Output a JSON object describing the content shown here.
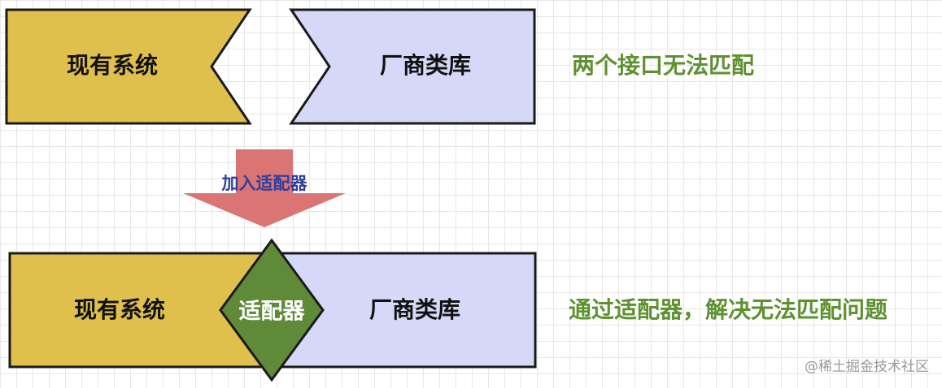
{
  "top": {
    "existing_system_label": "现有系统",
    "vendor_library_label": "厂商类库",
    "note": "两个接口无法匹配"
  },
  "arrow": {
    "label": "加入适配器"
  },
  "bottom": {
    "existing_system_label": "现有系统",
    "adapter_label": "适配器",
    "vendor_library_label": "厂商类库",
    "note": "通过适配器，解决无法匹配问题"
  },
  "watermark": "@稀土掘金技术社区",
  "colors": {
    "existing_system_fill": "#dfc04c",
    "vendor_library_fill": "#d5d8f6",
    "adapter_fill": "#5f8a38",
    "arrow_fill": "#db7574",
    "note_text": "#5e9130",
    "arrow_text": "#2f3d9e"
  }
}
